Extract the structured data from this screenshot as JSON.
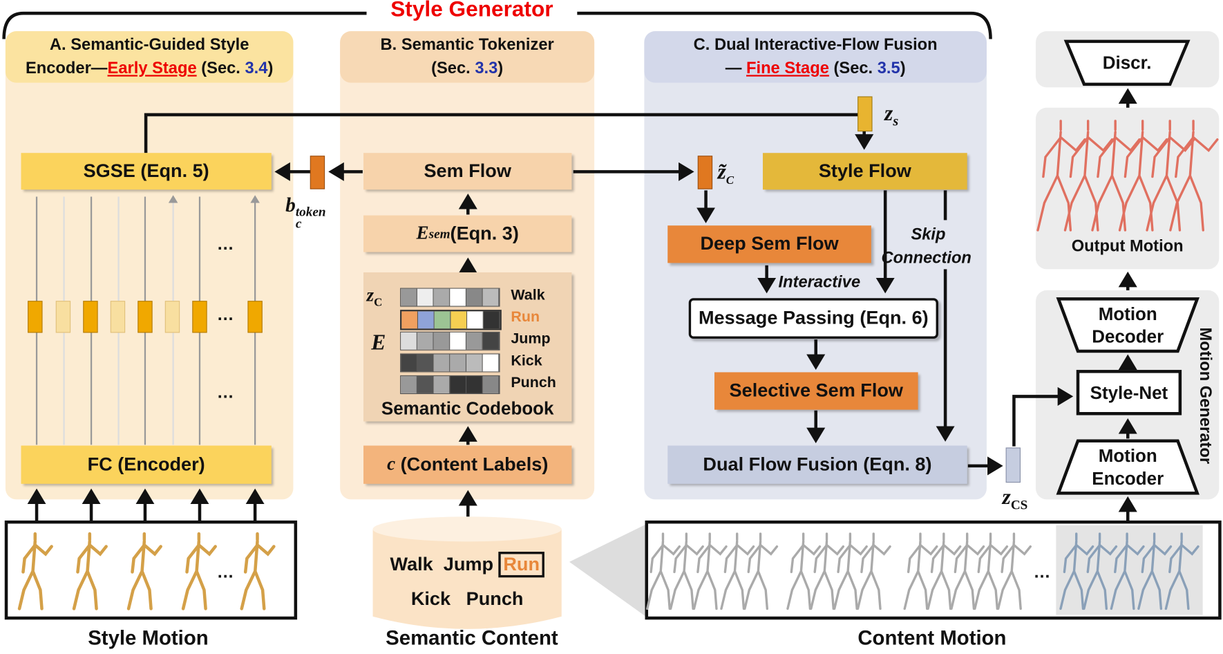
{
  "title": "Style Generator",
  "panel_a": {
    "line1": "A. Semantic-Guided Style",
    "line2_prefix": "Encoder—",
    "stage": "Early Stage",
    "sec_open": " (Sec. ",
    "sec_num": "3.4",
    "sec_close": ")",
    "sgse": "SGSE (Eqn. 5)",
    "fc": "FC (Encoder)",
    "dots": "…",
    "token_label": "b",
    "token_sub": "c",
    "token_sup": "token"
  },
  "panel_b": {
    "line1": "B. Semantic Tokenizer",
    "sec_open": "(Sec. ",
    "sec_num": "3.3",
    "sec_close": ")",
    "sem_flow": "Sem Flow",
    "esem_main": "E",
    "esem_sub": "sem",
    "esem_rest": "(Eqn. 3)",
    "zc": "z",
    "zc_sub": "C",
    "E": "E",
    "codebook_title": "Semantic Codebook",
    "codebook_labels": [
      "Walk",
      "Run",
      "Jump",
      "Kick",
      "Punch"
    ],
    "content_labels_c": "c",
    "content_labels": " (Content Labels)"
  },
  "panel_c": {
    "line1": "C. Dual Interactive-Flow Fusion",
    "line2_prefix": "— ",
    "stage": "Fine Stage",
    "sec_open": " (Sec. ",
    "sec_num": "3.5",
    "sec_close": ")",
    "zs": "z",
    "zs_sub": "s",
    "zc_tilde": "z̃",
    "zc_sub": "C",
    "style_flow": "Style Flow",
    "deep_sem_flow": "Deep Sem Flow",
    "skip1": "Skip",
    "skip2": "Connection",
    "interactive": "Interactive",
    "message_passing": "Message Passing (Eqn. 6)",
    "selective": "Selective Sem Flow",
    "dual_fusion": "Dual Flow Fusion (Eqn. 8)",
    "zcs": "z",
    "zcs_sub": "CS"
  },
  "right": {
    "discr": "Discr.",
    "output_motion": "Output Motion",
    "motion_decoder": [
      "Motion",
      "Decoder"
    ],
    "style_net": "Style-Net",
    "motion_encoder": [
      "Motion",
      "Encoder"
    ],
    "motion_generator": "Motion Generator"
  },
  "semantic_content": {
    "words_row1": [
      "Walk",
      "Jump",
      "Run"
    ],
    "words_row2": [
      "Kick",
      "Punch"
    ]
  },
  "bottom_labels": {
    "style_motion": "Style Motion",
    "semantic_content": "Semantic Content",
    "content_motion": "Content Motion",
    "dots": "…"
  },
  "colors": {
    "title_red": "#e00000",
    "sec_blue": "#2233aa",
    "panel_a": "#fbe9c8",
    "panel_b": "#fcebd6",
    "panel_c": "#e3e6ef",
    "orange": "#e8873a",
    "yellow": "#fbd35c"
  }
}
